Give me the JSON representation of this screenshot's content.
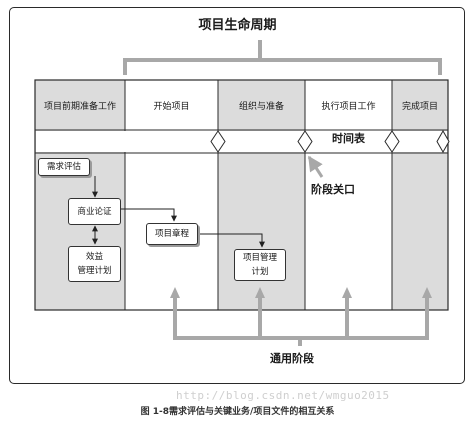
{
  "diagram": {
    "lifecycle_title": "项目生命周期",
    "phases": [
      "项目前期准备工作",
      "开始项目",
      "组织与准备",
      "执行项目工作",
      "完成项目"
    ],
    "timeline_label": "时间表",
    "gate_label": "阶段关口",
    "common_phase_label": "通用阶段",
    "boxes": {
      "requirements": "需求评估",
      "business_case": "商业论证",
      "benefits_line1": "效益",
      "benefits_line2": "管理计划",
      "charter": "项目章程",
      "pm_plan_line1": "项目管理",
      "pm_plan_line2": "计划"
    },
    "caption": "图 1-8需求评估与关键业务/项目文件的相互关系",
    "watermark": "http://blog.csdn.net/wmguo2015",
    "colors": {
      "shaded": "#dcdcdc",
      "line": "#a8a8a8",
      "border": "#2a2a2a"
    }
  }
}
